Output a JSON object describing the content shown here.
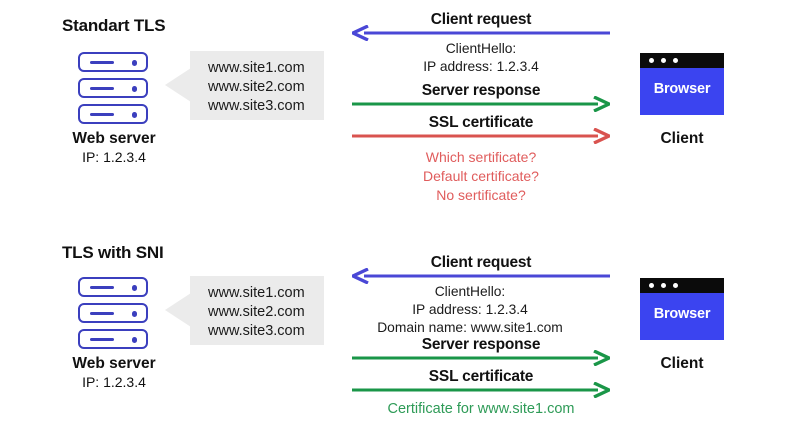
{
  "diagram": {
    "title_semantic": "tls-sni-comparison-diagram",
    "colors": {
      "blue_arrow": "#4a47d6",
      "green_arrow": "#1a9648",
      "red_arrow": "#d9534f",
      "server_outline": "#3b3fbe",
      "browser_body": "#3b44f0",
      "callout_bg": "#ebebeb",
      "red_text": "#e05c5c",
      "green_text": "#2e9b57"
    }
  },
  "sections": [
    {
      "id": "standard-tls",
      "heading": "Standart TLS",
      "server": {
        "icon": "server-stack-icon",
        "label": "Web server",
        "ip": "IP: 1.2.3.4"
      },
      "callout": {
        "icon": "callout-bubble",
        "lines": [
          "www.site1.com",
          "www.site2.com",
          "www.site3.com"
        ]
      },
      "client": {
        "icon": "browser-window-icon",
        "browser_text": "Browser",
        "label": "Client"
      },
      "flows": [
        {
          "id": "client-request",
          "label": "Client request",
          "direction": "left",
          "color": "#4a47d6",
          "color_name": "blue"
        },
        {
          "id": "server-response",
          "label": "Server response",
          "direction": "right",
          "color": "#1a9648",
          "color_name": "green"
        },
        {
          "id": "ssl-certificate",
          "label": "SSL certificate",
          "direction": "right",
          "color": "#d9534f",
          "color_name": "red"
        }
      ],
      "request_details": [
        "ClientHello:",
        "IP address: 1.2.3.4"
      ],
      "warnings": [
        "Which sertificate?",
        "Default certificate?",
        "No sertificate?"
      ],
      "footer_note": null
    },
    {
      "id": "tls-with-sni",
      "heading": "TLS with SNI",
      "server": {
        "icon": "server-stack-icon",
        "label": "Web server",
        "ip": "IP: 1.2.3.4"
      },
      "callout": {
        "icon": "callout-bubble",
        "lines": [
          "www.site1.com",
          "www.site2.com",
          "www.site3.com"
        ]
      },
      "client": {
        "icon": "browser-window-icon",
        "browser_text": "Browser",
        "label": "Client"
      },
      "flows": [
        {
          "id": "client-request",
          "label": "Client request",
          "direction": "left",
          "color": "#4a47d6",
          "color_name": "blue"
        },
        {
          "id": "server-response",
          "label": "Server response",
          "direction": "right",
          "color": "#1a9648",
          "color_name": "green"
        },
        {
          "id": "ssl-certificate",
          "label": "SSL certificate",
          "direction": "right",
          "color": "#1a9648",
          "color_name": "green"
        }
      ],
      "request_details": [
        "ClientHello:",
        "IP address: 1.2.3.4",
        "Domain name: www.site1.com"
      ],
      "warnings": [],
      "footer_note": "Certificate for www.site1.com"
    }
  ]
}
